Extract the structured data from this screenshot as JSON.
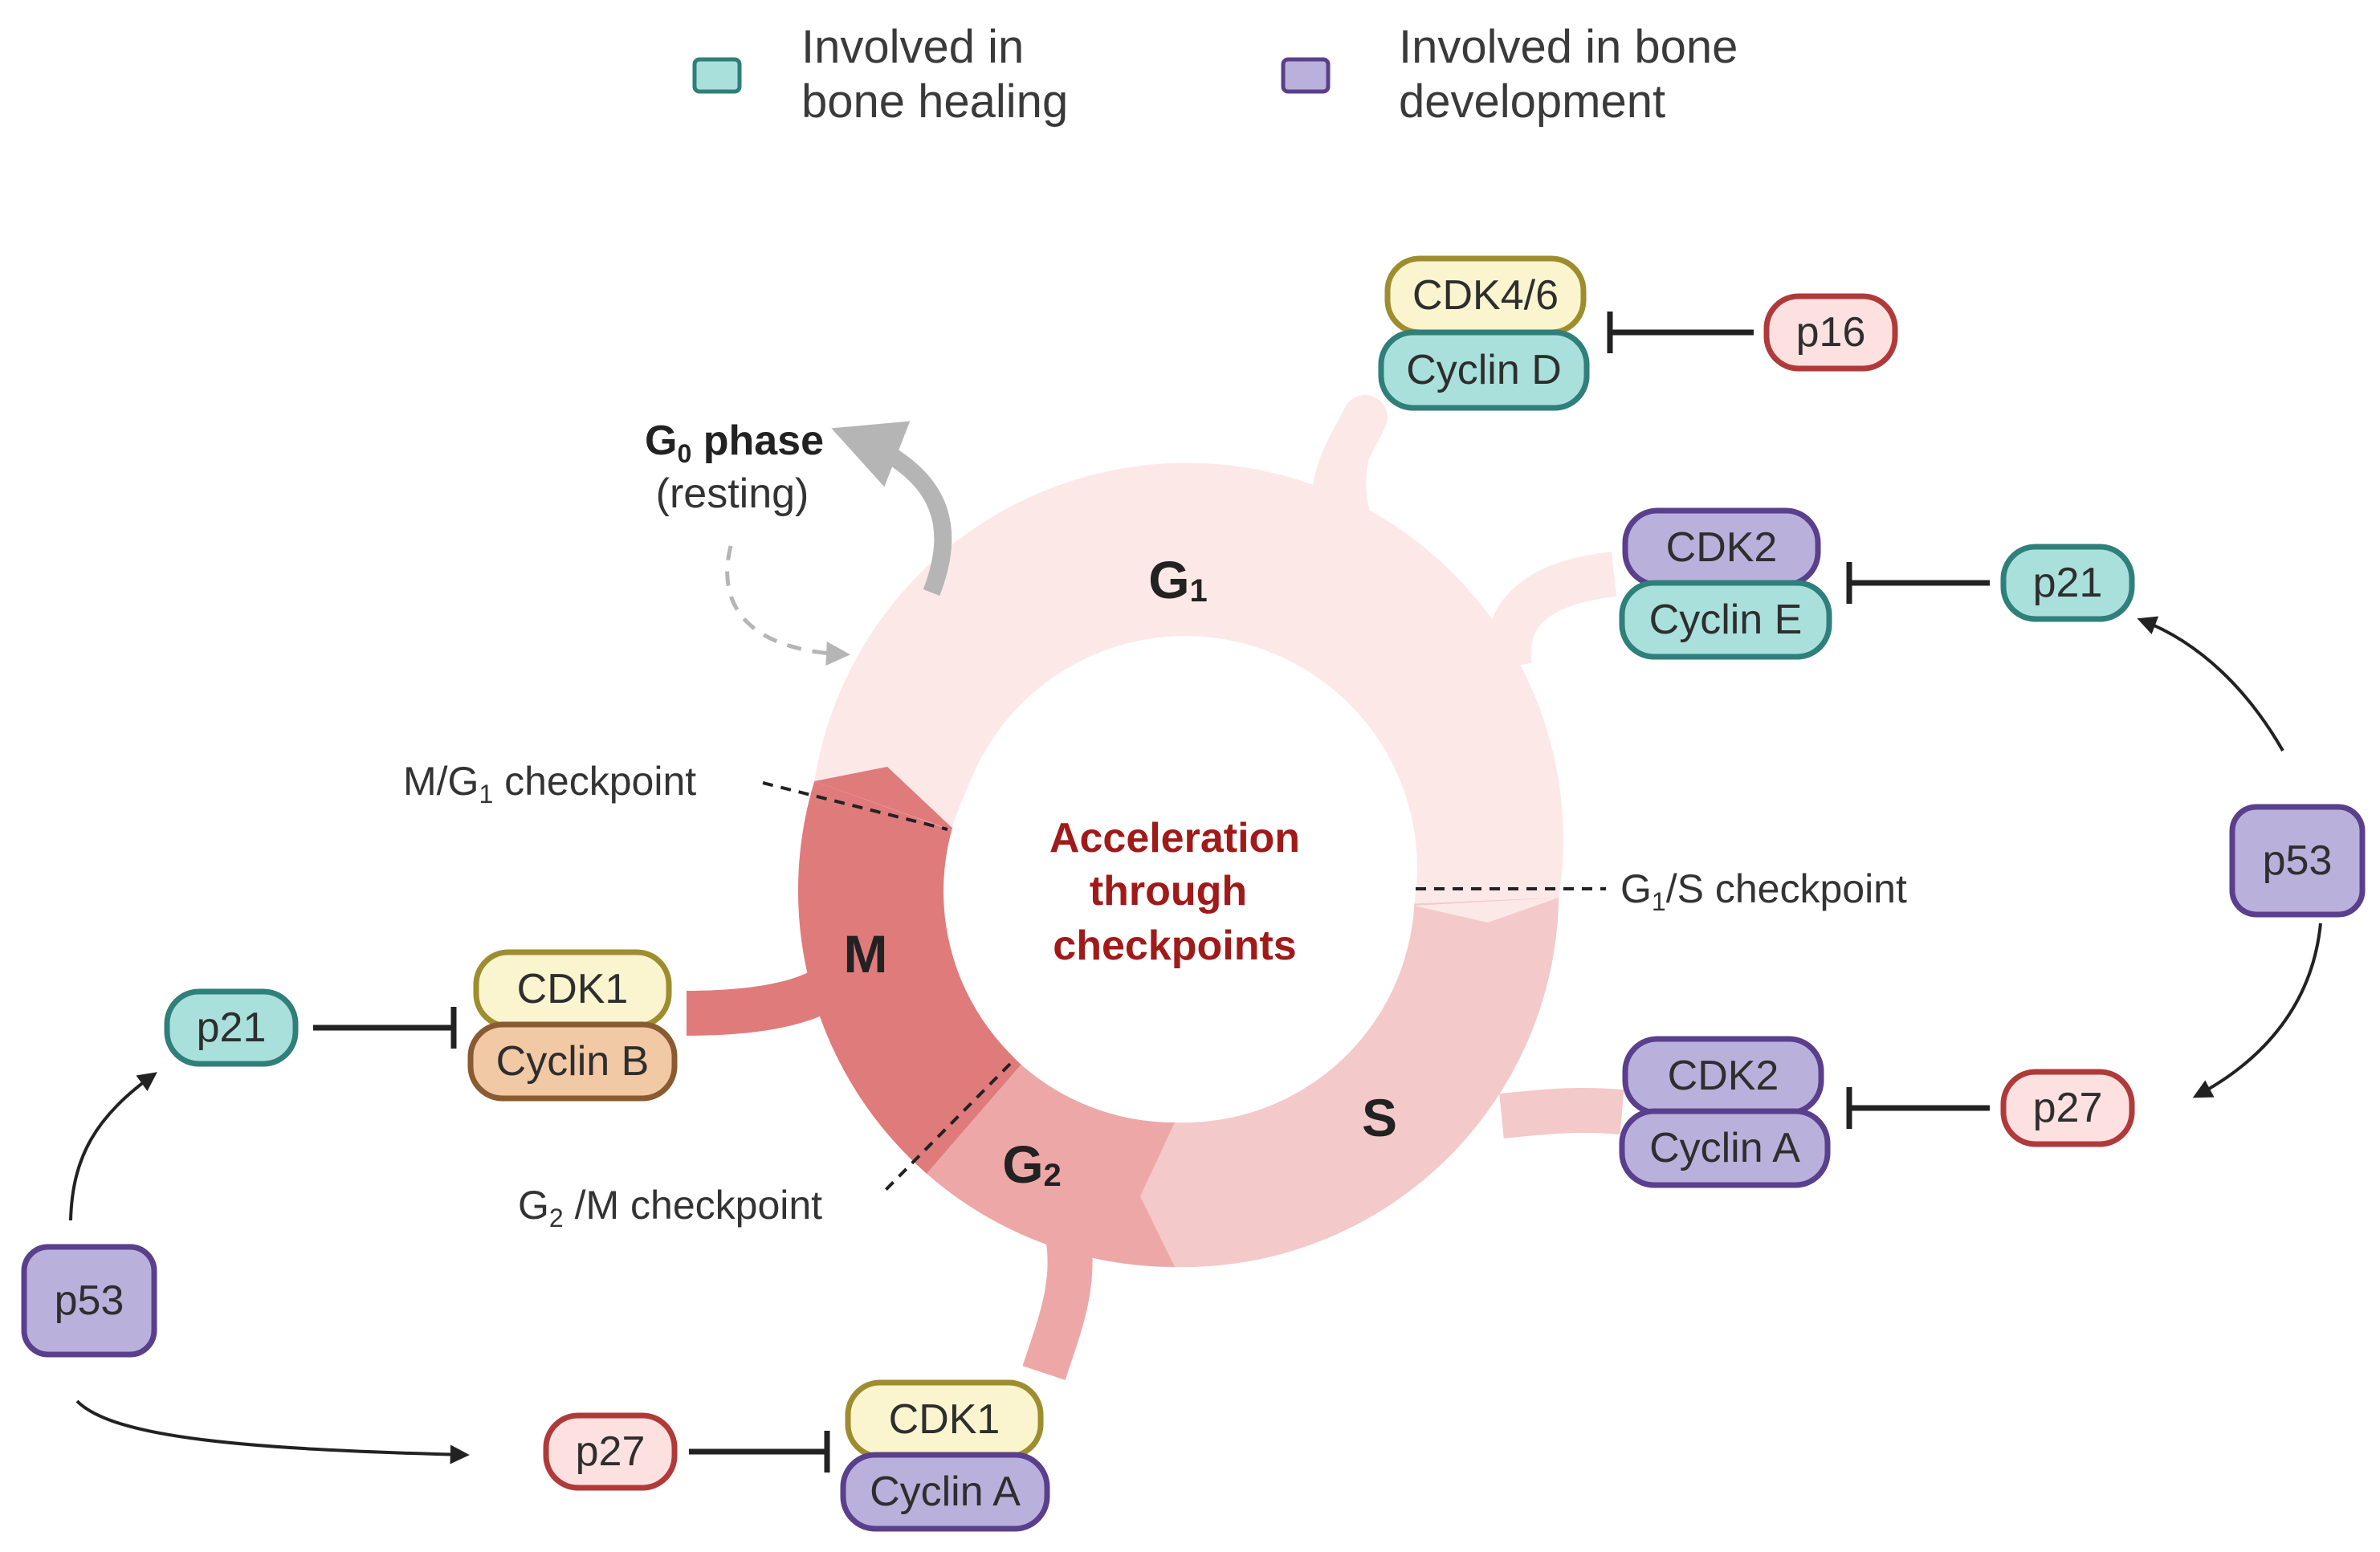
{
  "legend": {
    "healing": {
      "line1": "Involved in",
      "line2": "bone healing",
      "color": "#a9e0dc",
      "border": "#2f7f7a"
    },
    "development": {
      "line1": "Involved in bone",
      "line2": "development",
      "color": "#b9b1db",
      "border": "#5a3f8c"
    }
  },
  "colors": {
    "g1": "#fde8e8",
    "s": "#f4c9c9",
    "g2": "#eea7a7",
    "m": "#e07b7b",
    "cdk_fill": "#faf5cf",
    "cdk_border": "#9e8d2f",
    "cyclinB_fill": "#f2c9a5",
    "cyclinB_border": "#8a5a30",
    "p16_fill": "#fde0e0",
    "p16_border": "#b03a3a",
    "center_text": "#a11a1a"
  },
  "center": {
    "line1": "Acceleration",
    "line2": "through",
    "line3": "checkpoints"
  },
  "phases": {
    "g1": "G",
    "g1_sub": "1",
    "s": "S",
    "g2": "G",
    "g2_sub": "2",
    "m": "M"
  },
  "g0": {
    "title_prefix": "G",
    "title_sub": "0",
    "title_suffix": " phase",
    "subtitle": "(resting)"
  },
  "checkpoints": {
    "mg1": {
      "prefix": "M/G",
      "sub": "1",
      "suffix": " checkpoint"
    },
    "g1s": {
      "prefix": "G",
      "sub": "1",
      "suffix": "/S checkpoint"
    },
    "g2m": {
      "prefix": "G",
      "sub": "2",
      "suffix": " /M checkpoint"
    }
  },
  "complexes": {
    "d": {
      "cdk": "CDK4/6",
      "cyclin": "Cyclin D",
      "inhibitor": "p16"
    },
    "e": {
      "cdk": "CDK2",
      "cyclin": "Cyclin E",
      "inhibitor": "p21"
    },
    "a_right": {
      "cdk": "CDK2",
      "cyclin": "Cyclin A",
      "inhibitor": "p27"
    },
    "b": {
      "cdk": "CDK1",
      "cyclin": "Cyclin B",
      "inhibitor": "p21"
    },
    "a_bottom": {
      "cdk": "CDK1",
      "cyclin": "Cyclin A",
      "inhibitor": "p27"
    }
  },
  "p53_right": "p53",
  "p53_left": "p53"
}
